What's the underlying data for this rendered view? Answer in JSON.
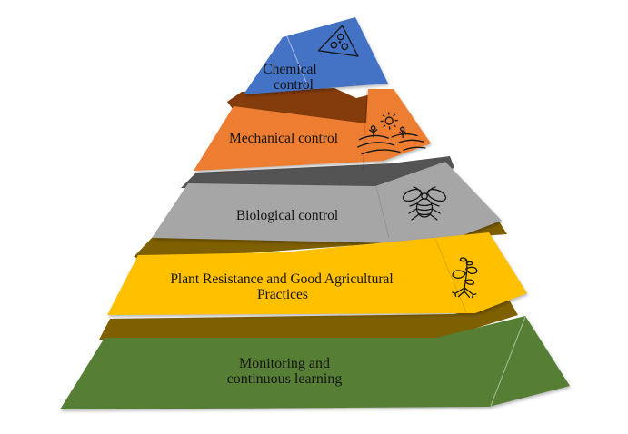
{
  "diagram": {
    "type": "pyramid",
    "tier_count": 5,
    "tiers": [
      {
        "id": "chemical-control",
        "label": "Chemical control",
        "line1": "Chemical",
        "line2": "control",
        "fill": "#4472C4",
        "icon": "pesticide-hazard-icon"
      },
      {
        "id": "mechanical-control",
        "label": "Mechanical control",
        "line1": "Mechanical control",
        "fill": "#ED7D31",
        "top_fill": "#843C0C",
        "icon": "field-cultivation-icon"
      },
      {
        "id": "biological-control",
        "label": "Biological control",
        "line1": "Biological control",
        "fill": "#A6A6A6",
        "top_fill": "#545454",
        "icon": "bee-icon"
      },
      {
        "id": "plant-resistance",
        "label": "Plant Resistance and Good Agricultural Practices",
        "line1": "Plant Resistance and Good Agricultural",
        "line2": "Practices",
        "fill": "#FFC000",
        "top_fill": "#7F6000",
        "icon": "plant-seedling-icon"
      },
      {
        "id": "monitoring",
        "label": "Monitoring and continuous learning",
        "line1": "Monitoring and",
        "line2": "continuous learning",
        "fill": "#567F35",
        "top_fill": "#7F6000"
      }
    ],
    "text_color": "#141414",
    "background": "#ffffff"
  }
}
